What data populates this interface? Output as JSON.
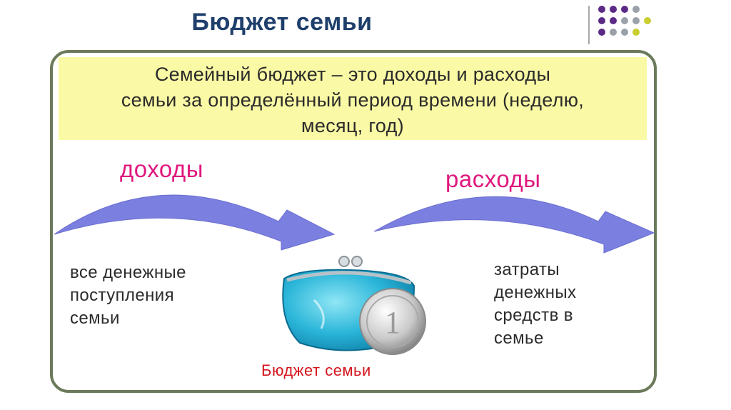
{
  "slide": {
    "title": "Бюджет семьи"
  },
  "definition": {
    "line1": "Семейный бюджет – это доходы и расходы",
    "line2": "семьи за определённый период времени (неделю,",
    "line3": "месяц, год)"
  },
  "income": {
    "label": "доходы",
    "description_lines": [
      "все денежные",
      "поступления",
      "семьи"
    ]
  },
  "expense": {
    "label": "расходы",
    "description_lines": [
      "затраты",
      "денежных",
      "средств в",
      "семье"
    ]
  },
  "center": {
    "caption": "Бюджет семьи",
    "coin_label": "1"
  },
  "colors": {
    "title": "#1f3f6b",
    "definition_bg": "#fafaa6",
    "accent_label": "#e0187e",
    "arrow": "#7b7fe0",
    "caption": "#d4161d",
    "frame": "#6b7a5b",
    "dot_purple": "#5b2a86",
    "dot_gray": "#9aa1a8",
    "dot_yellow": "#c8cf2e"
  },
  "icons": {
    "wallet": "purse-icon",
    "coin": "coin-icon",
    "arrow": "curved-arrow-icon"
  }
}
